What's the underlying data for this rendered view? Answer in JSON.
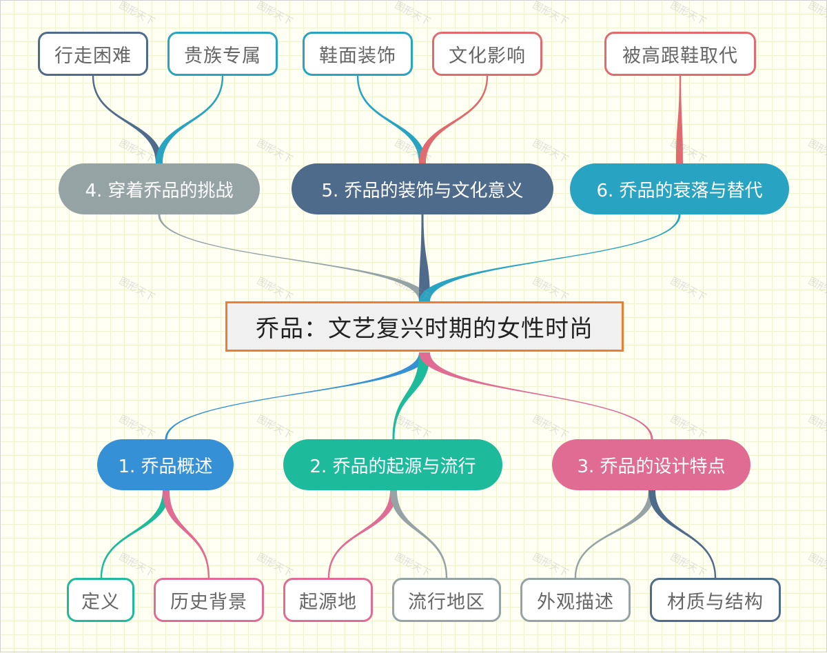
{
  "root": {
    "label": "乔品：文艺复兴时期的女性时尚"
  },
  "colors": {
    "root_border": "#ec7d31",
    "root_fill": "#f0f0f0",
    "gray": "#95a3a4",
    "navy": "#4f6b8c",
    "teal": "#28a3c2",
    "blue": "#3690d6",
    "green": "#1dba9c",
    "pink": "#e06c93",
    "coral": "#e06a6e"
  },
  "branches": [
    {
      "label": "1. 乔品概述",
      "color": "#3690d6",
      "children": [
        {
          "label": "定义",
          "color": "#1dba9c"
        },
        {
          "label": "历史背景",
          "color": "#e06c93"
        }
      ]
    },
    {
      "label": "2. 乔品的起源与流行",
      "color": "#1dba9c",
      "children": [
        {
          "label": "起源地",
          "color": "#e06c93"
        },
        {
          "label": "流行地区",
          "color": "#95a3a4"
        }
      ]
    },
    {
      "label": "3. 乔品的设计特点",
      "color": "#e06c93",
      "children": [
        {
          "label": "外观描述",
          "color": "#95a3a4"
        },
        {
          "label": "材质与结构",
          "color": "#4f6b8c"
        }
      ]
    },
    {
      "label": "4. 穿着乔品的挑战",
      "color": "#95a3a4",
      "children": [
        {
          "label": "行走困难",
          "color": "#4f6b8c"
        },
        {
          "label": "贵族专属",
          "color": "#28a3c2"
        }
      ]
    },
    {
      "label": "5. 乔品的装饰与文化意义",
      "color": "#4f6b8c",
      "children": [
        {
          "label": "鞋面装饰",
          "color": "#28a3c2"
        },
        {
          "label": "文化影响",
          "color": "#e06a6e"
        }
      ]
    },
    {
      "label": "6. 乔品的衰落与替代",
      "color": "#28a3c2",
      "children": [
        {
          "label": "被高跟鞋取代",
          "color": "#e06a6e"
        }
      ]
    }
  ],
  "watermark": "图形天下"
}
